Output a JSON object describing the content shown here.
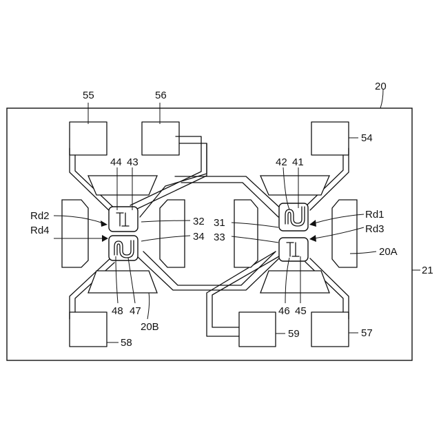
{
  "labels": {
    "l20": "20",
    "l21": "21",
    "l20A": "20A",
    "l20B": "20B",
    "l55": "55",
    "l56": "56",
    "l54": "54",
    "l57": "57",
    "l58": "58",
    "l59": "59",
    "l44": "44",
    "l43": "43",
    "l42": "42",
    "l41": "41",
    "l48": "48",
    "l47": "47",
    "l46": "46",
    "l45": "45",
    "l32": "32",
    "l34": "34",
    "l31": "31",
    "l33": "33",
    "rd1": "Rd1",
    "rd2": "Rd2",
    "rd3": "Rd3",
    "rd4": "Rd4"
  }
}
